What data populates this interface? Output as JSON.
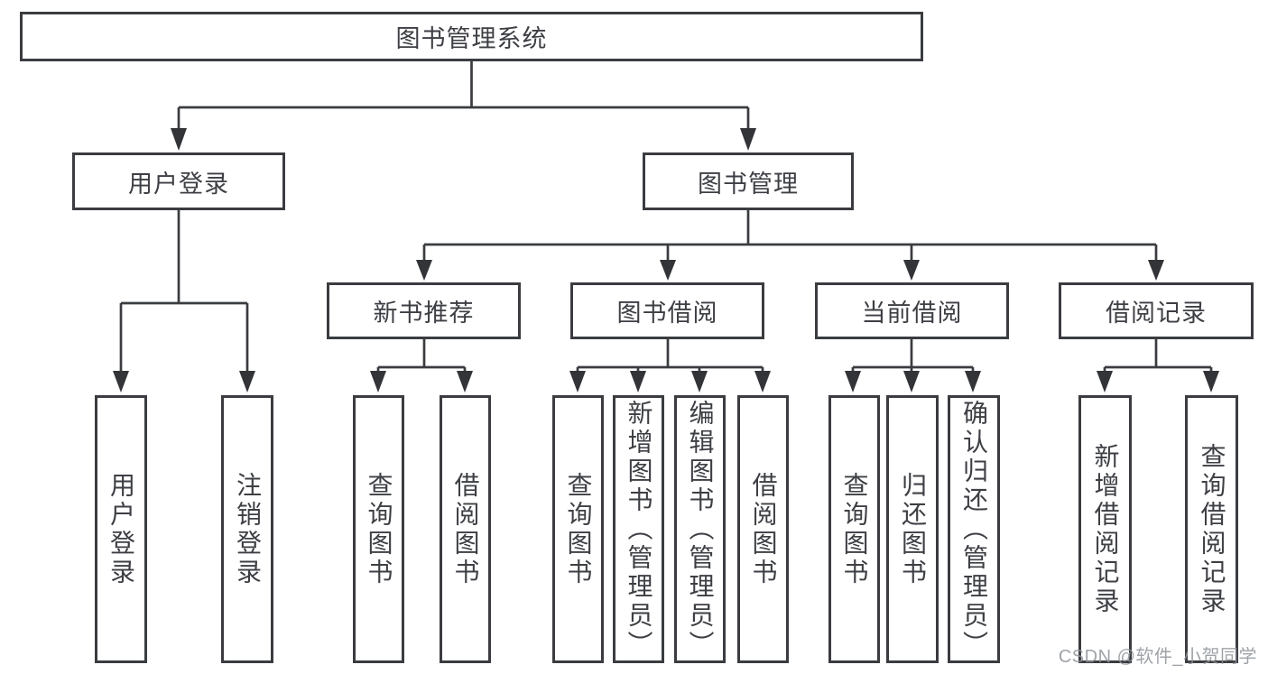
{
  "watermark": {
    "text": "CSDN @软件_小贺同学"
  },
  "colors": {
    "line": "#3a3c40",
    "text": "#3d3f44",
    "box_bg": "#ffffff",
    "watermark": "#8e9399"
  },
  "tree": {
    "root": {
      "label": "图书管理系统"
    },
    "children": [
      {
        "label": "用户登录",
        "children": [
          {
            "label": "用户登录"
          },
          {
            "label": "注销登录"
          }
        ]
      },
      {
        "label": "图书管理",
        "children": [
          {
            "label": "新书推荐",
            "children": [
              {
                "label": "查询图书"
              },
              {
                "label": "借阅图书"
              }
            ]
          },
          {
            "label": "图书借阅",
            "children": [
              {
                "label": "查询图书"
              },
              {
                "label": "新增图书（管理员）"
              },
              {
                "label": "编辑图书（管理员）"
              },
              {
                "label": "借阅图书"
              }
            ]
          },
          {
            "label": "当前借阅",
            "children": [
              {
                "label": "查询图书"
              },
              {
                "label": "归还图书"
              },
              {
                "label": "确认归还（管理员）"
              }
            ]
          },
          {
            "label": "借阅记录",
            "children": [
              {
                "label": "新增借阅记录"
              },
              {
                "label": "查询借阅记录"
              }
            ]
          }
        ]
      }
    ]
  }
}
